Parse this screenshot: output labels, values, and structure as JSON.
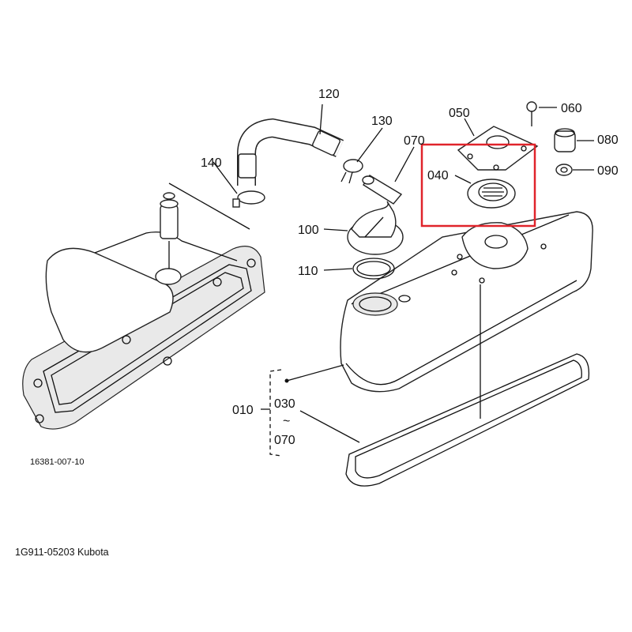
{
  "diagram": {
    "parts": [
      "120",
      "130",
      "140",
      "050",
      "060",
      "070",
      "080",
      "040",
      "090",
      "100",
      "110",
      "010",
      "030",
      "~",
      "070"
    ],
    "drawing_code": "16381-007-10",
    "caption": "1G911-05203 Kubota",
    "highlight_color": "#e0242b"
  }
}
